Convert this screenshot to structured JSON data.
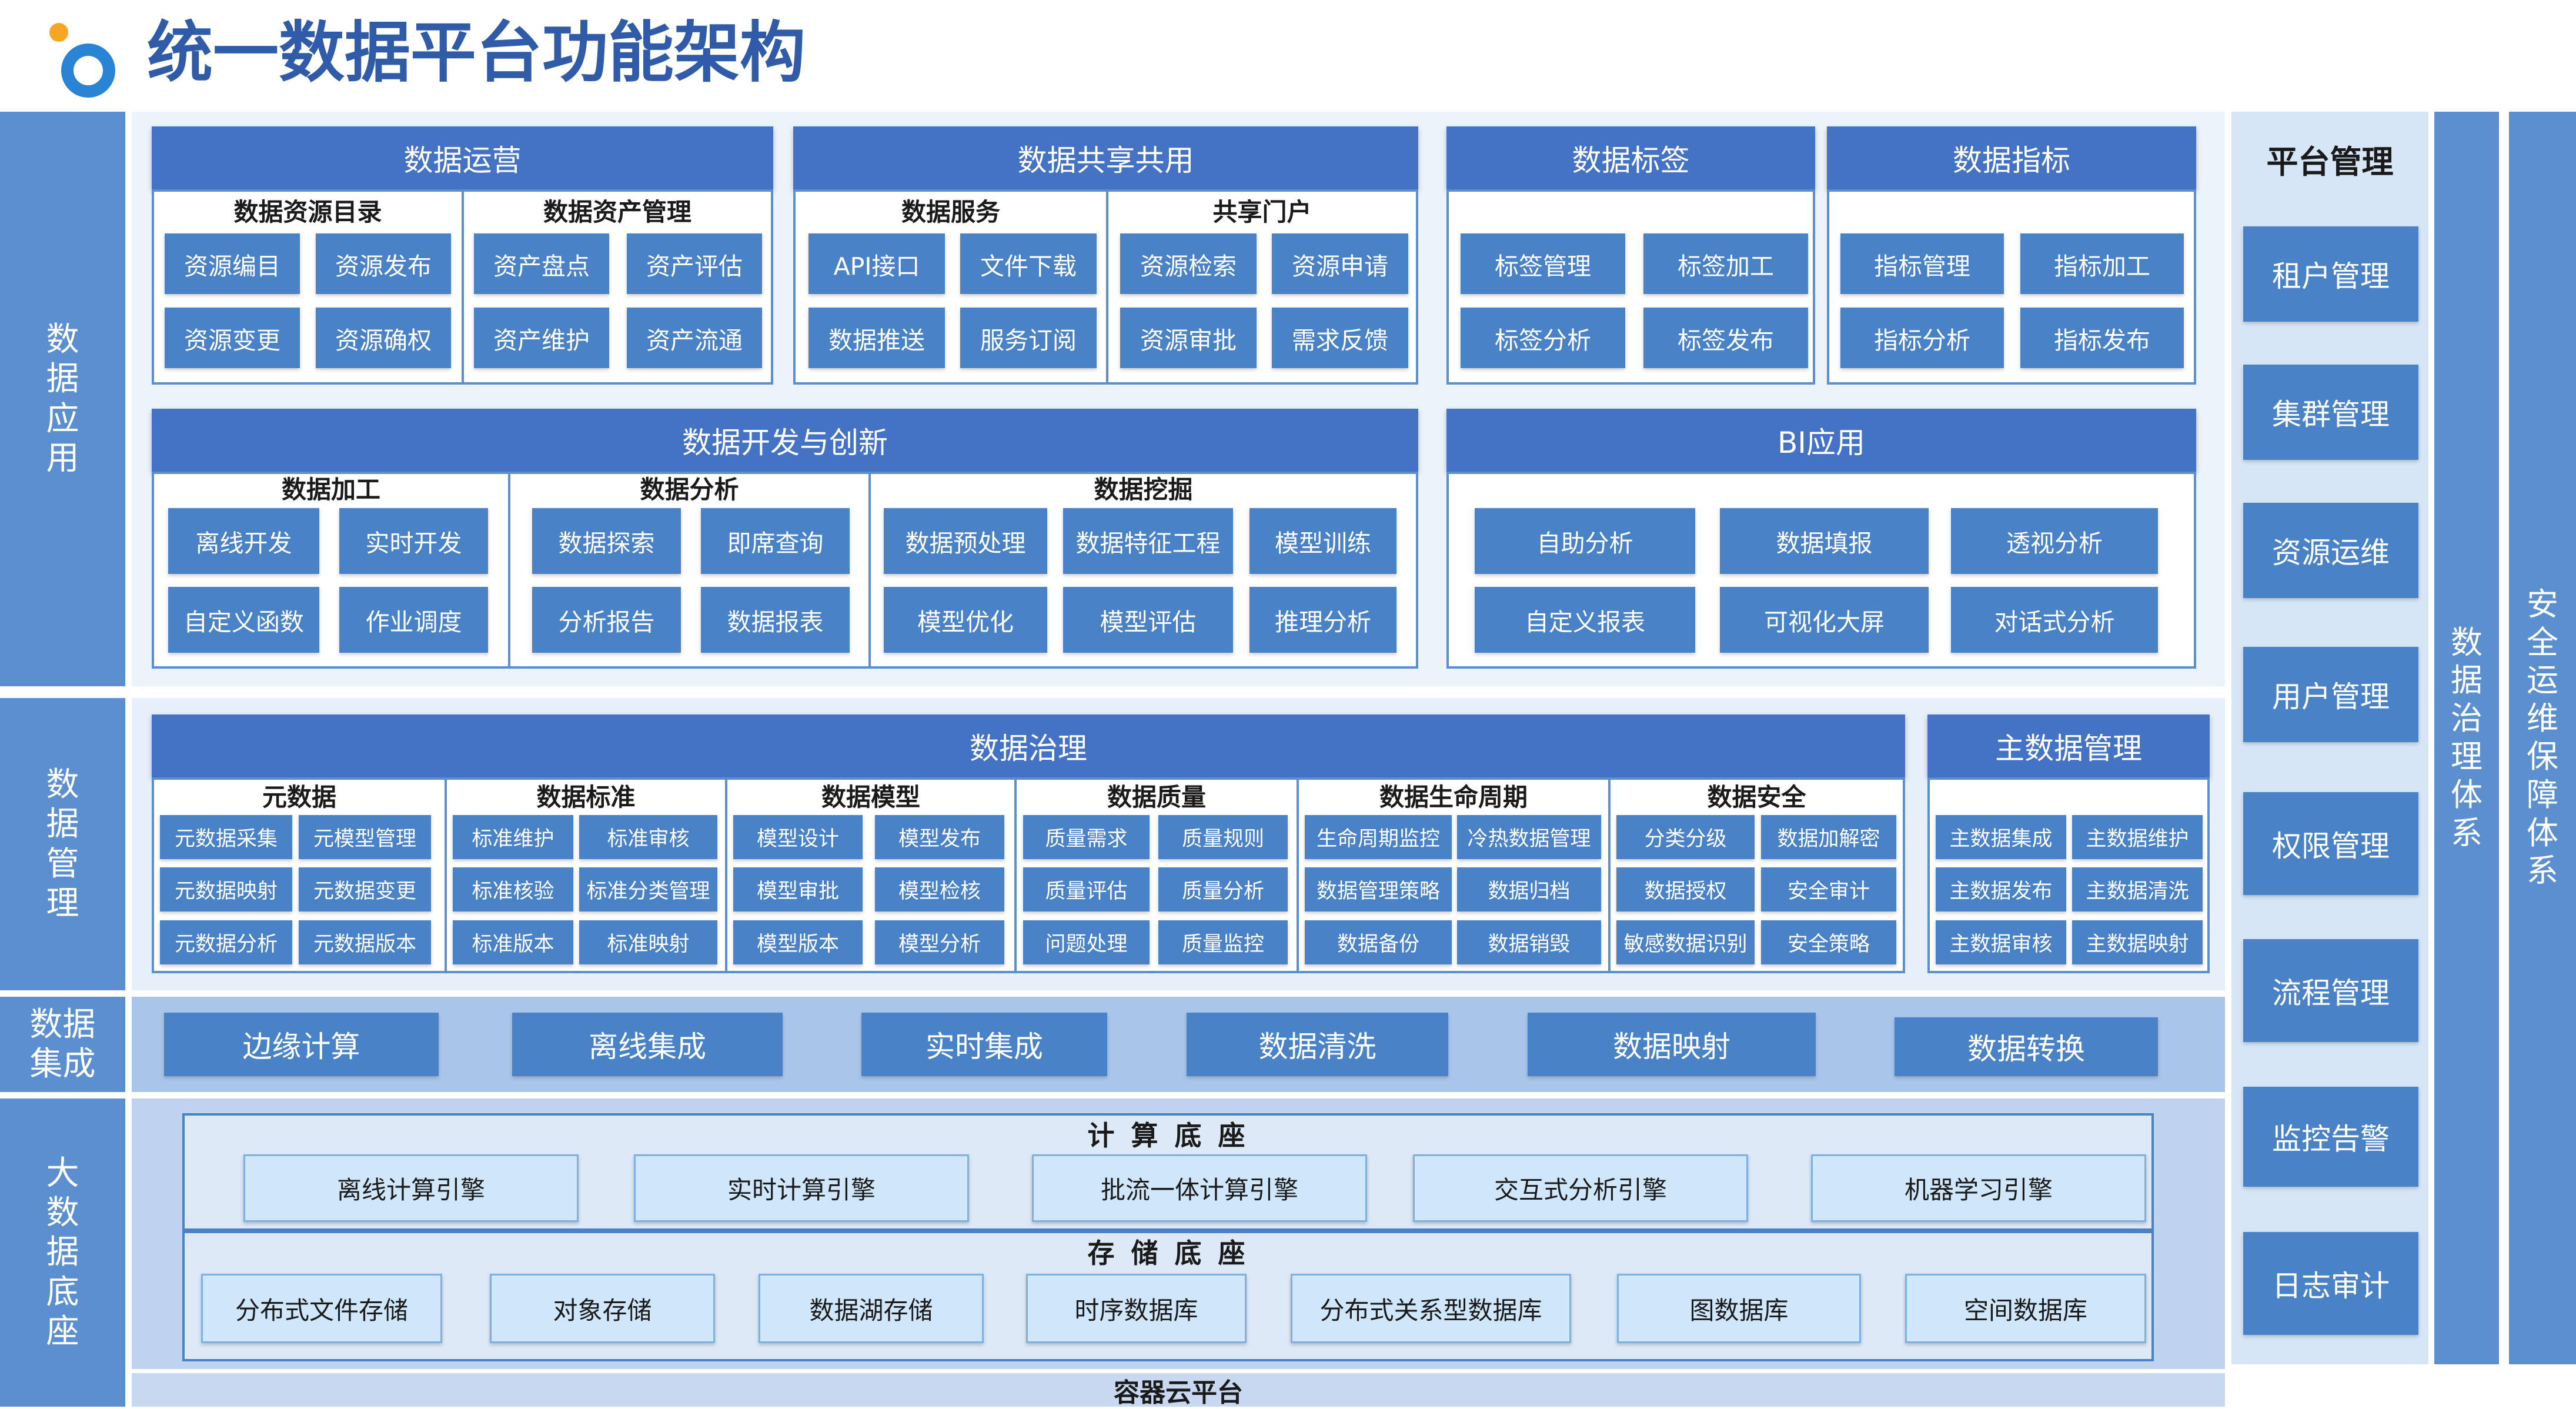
{
  "title": "统一数据平台功能架构",
  "colors": {
    "header": "#4472c4",
    "cell": "#4a82c8",
    "band": "#dbe9f7",
    "title": "#2f5ba8",
    "logo_orange": "#f5a623"
  },
  "layers": {
    "app": [
      "数",
      "据",
      "应",
      "用"
    ],
    "mgmt": [
      "数",
      "据",
      "管",
      "理"
    ],
    "integ": [
      "数据",
      "集成"
    ],
    "base": [
      "大",
      "数",
      "据",
      "底",
      "座"
    ]
  },
  "ops": {
    "header": "数据运营",
    "g1": {
      "title": "数据资源目录",
      "items": [
        "资源编目",
        "资源发布",
        "资源变更",
        "资源确权"
      ]
    },
    "g2": {
      "title": "数据资产管理",
      "items": [
        "资产盘点",
        "资产评估",
        "资产维护",
        "资产流通"
      ]
    }
  },
  "share": {
    "header": "数据共享共用",
    "g1": {
      "title": "数据服务",
      "items": [
        "API接口",
        "文件下载",
        "数据推送",
        "服务订阅"
      ]
    },
    "g2": {
      "title": "共享门户",
      "items": [
        "资源检索",
        "资源申请",
        "资源审批",
        "需求反馈"
      ]
    }
  },
  "tag": {
    "header": "数据标签",
    "items": [
      "标签管理",
      "标签加工",
      "标签分析",
      "标签发布"
    ]
  },
  "metric": {
    "header": "数据指标",
    "items": [
      "指标管理",
      "指标加工",
      "指标分析",
      "指标发布"
    ]
  },
  "dev": {
    "header": "数据开发与创新",
    "g1": {
      "title": "数据加工",
      "items": [
        "离线开发",
        "实时开发",
        "自定义函数",
        "作业调度"
      ]
    },
    "g2": {
      "title": "数据分析",
      "items": [
        "数据探索",
        "即席查询",
        "分析报告",
        "数据报表"
      ]
    },
    "g3": {
      "title": "数据挖掘",
      "items": [
        "数据预处理",
        "数据特征工程",
        "模型训练",
        "模型优化",
        "模型评估",
        "推理分析"
      ]
    }
  },
  "bi": {
    "header": "BI应用",
    "items": [
      "自助分析",
      "数据填报",
      "透视分析",
      "自定义报表",
      "可视化大屏",
      "对话式分析"
    ]
  },
  "gov": {
    "header": "数据治理",
    "groups": [
      {
        "title": "元数据",
        "items": [
          "元数据采集",
          "元模型管理",
          "元数据映射",
          "元数据变更",
          "元数据分析",
          "元数据版本"
        ]
      },
      {
        "title": "数据标准",
        "items": [
          "标准维护",
          "标准审核",
          "标准核验",
          "标准分类管理",
          "标准版本",
          "标准映射"
        ]
      },
      {
        "title": "数据模型",
        "items": [
          "模型设计",
          "模型发布",
          "模型审批",
          "模型检核",
          "模型版本",
          "模型分析"
        ]
      },
      {
        "title": "数据质量",
        "items": [
          "质量需求",
          "质量规则",
          "质量评估",
          "质量分析",
          "问题处理",
          "质量监控"
        ]
      },
      {
        "title": "数据生命周期",
        "items": [
          "生命周期监控",
          "冷热数据管理",
          "数据管理策略",
          "数据归档",
          "数据备份",
          "数据销毁"
        ]
      },
      {
        "title": "数据安全",
        "items": [
          "分类分级",
          "数据加解密",
          "数据授权",
          "安全审计",
          "敏感数据识别",
          "安全策略"
        ]
      }
    ]
  },
  "mdm": {
    "header": "主数据管理",
    "items": [
      "主数据集成",
      "主数据维护",
      "主数据发布",
      "主数据清洗",
      "主数据审核",
      "主数据映射"
    ]
  },
  "integ": {
    "items": [
      "边缘计算",
      "离线集成",
      "实时集成",
      "数据清洗",
      "数据映射",
      "数据转换"
    ]
  },
  "compute": {
    "title": "计 算 底 座",
    "items": [
      "离线计算引擎",
      "实时计算引擎",
      "批流一体计算引擎",
      "交互式分析引擎",
      "机器学习引擎"
    ]
  },
  "storage": {
    "title": "存 储 底 座",
    "items": [
      "分布式文件存储",
      "对象存储",
      "数据湖存储",
      "时序数据库",
      "分布式关系型数据库",
      "图数据库",
      "空间数据库"
    ]
  },
  "cloud": "容器云平台",
  "platform": {
    "title": "平台管理",
    "items": [
      "租户管理",
      "集群管理",
      "资源运维",
      "用户管理",
      "权限管理",
      "流程管理",
      "监控告警",
      "日志审计"
    ]
  },
  "govsys": [
    "数",
    "据",
    "治",
    "理",
    "体",
    "系"
  ],
  "secsys": [
    "安",
    "全",
    "运",
    "维",
    "保",
    "障",
    "体",
    "系"
  ]
}
